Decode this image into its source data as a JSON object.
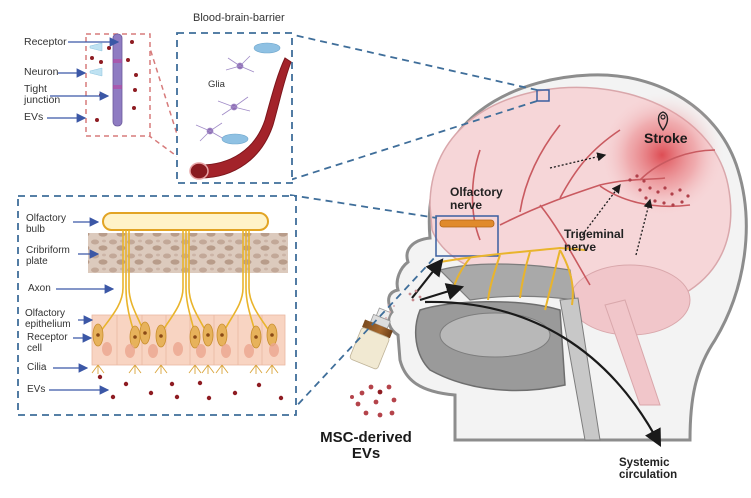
{
  "figure": {
    "title": "Intranasal delivery of MSC-derived EVs for stroke",
    "colors": {
      "dashed_blue": "#3f6e9a",
      "dashed_pink": "#d77b7b",
      "arrow_blue": "#3b57a6",
      "ev_dot": "#8e1c22",
      "vessel": "#a3232a",
      "brain": "#f6d6d8",
      "stroke_glow": "#d9353d",
      "nerve_yellow": "#e9b42c",
      "skull_grey": "#8d8d8d",
      "epithelium": "#f8d4c2",
      "cribriform": "#c9ab98"
    }
  },
  "bbb_inset": {
    "title": "Blood-brain-barrier",
    "glia_label": "Glia",
    "side_labels": [
      "Receptor",
      "Neuron",
      "Tight junction",
      "EVs"
    ]
  },
  "olfactory_inset": {
    "labels": [
      "Olfactory bulb",
      "Cribriform plate",
      "Axon",
      "Olfactory epithelium",
      "Receptor cell",
      "Cilia",
      "EVs"
    ]
  },
  "head": {
    "stroke_label": "Stroke",
    "stroke_icon": "map-pin-icon",
    "olfactory_nerve_label": "Olfactory nerve",
    "trigeminal_nerve_label": "Trigeminal nerve",
    "ev_label": "MSC-derived EVs",
    "systemic_label": "Systemic circulation"
  }
}
